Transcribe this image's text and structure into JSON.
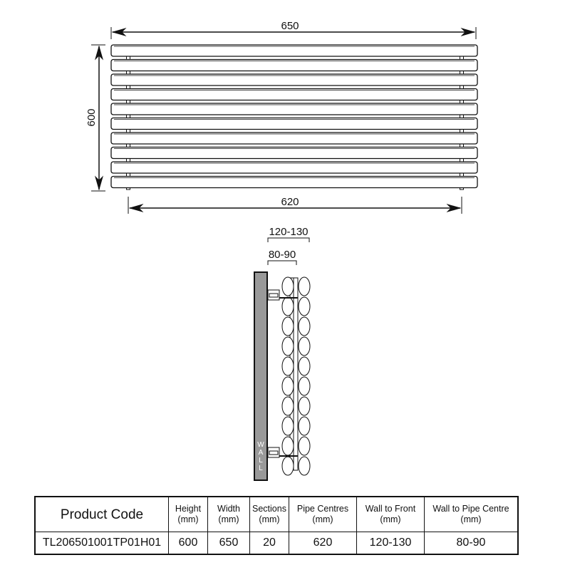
{
  "front_view": {
    "width_label": "650",
    "height_label": "600",
    "pipe_centres_label": "620",
    "bar_count": 10
  },
  "side_view": {
    "wall_to_front_label": "120-130",
    "wall_to_pipe_label": "80-90",
    "wall_label": "WALL",
    "wall_color": "#999999"
  },
  "table": {
    "headers": [
      {
        "l1": "Product Code",
        "l2": ""
      },
      {
        "l1": "Height",
        "l2": "(mm)"
      },
      {
        "l1": "Width",
        "l2": "(mm)"
      },
      {
        "l1": "Sections",
        "l2": "(mm)"
      },
      {
        "l1": "Pipe Centres",
        "l2": "(mm)"
      },
      {
        "l1": "Wall to Front",
        "l2": "(mm)"
      },
      {
        "l1": "Wall to Pipe Centre",
        "l2": "(mm)"
      }
    ],
    "row": [
      "TL206501001TP01H01",
      "600",
      "650",
      "20",
      "620",
      "120-130",
      "80-90"
    ]
  }
}
